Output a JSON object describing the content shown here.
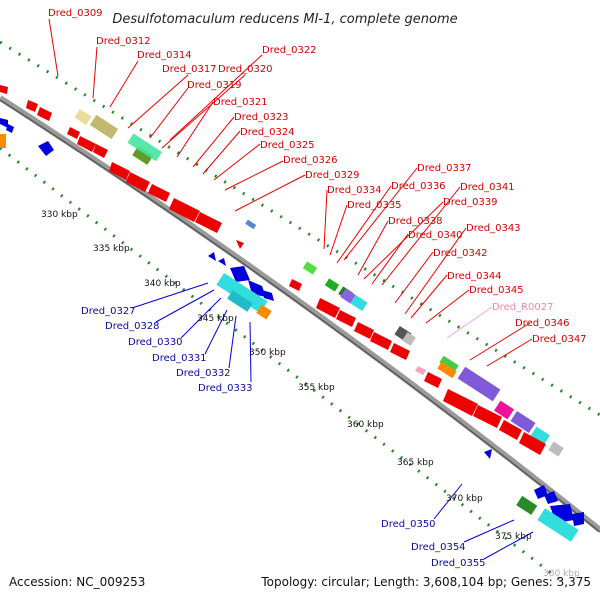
{
  "title": "Desulfotomaculum reducens MI-1, complete genome",
  "footer": {
    "accession": "Accession: NC_009253",
    "topology": "Topology: circular; Length: 3,608,104 bp; Genes: 3,375"
  },
  "kbp_ticks": [
    "330 kbp",
    "335 kbp",
    "340 kbp",
    "345 kbp",
    "350 kbp",
    "355 kbp",
    "360 kbp",
    "365 kbp",
    "370 kbp",
    "375 kbp",
    "380 kbp"
  ],
  "forward_genes": [
    "Dred_0309",
    "Dred_0312",
    "Dred_0314",
    "Dred_0317",
    "Dred_0319",
    "Dred_0320",
    "Dred_0321",
    "Dred_0322",
    "Dred_0323",
    "Dred_0324",
    "Dred_0325",
    "Dred_0326",
    "Dred_0329",
    "Dred_0334",
    "Dred_0335",
    "Dred_0336",
    "Dred_0337",
    "Dred_0338",
    "Dred_0339",
    "Dred_0340",
    "Dred_0341",
    "Dred_0342",
    "Dred_0343",
    "Dred_0344",
    "Dred_0345",
    "Dred_0346",
    "Dred_0347"
  ],
  "rna_genes": [
    "Dred_R0027"
  ],
  "reverse_genes": [
    "Dred_0327",
    "Dred_0328",
    "Dred_0330",
    "Dred_0331",
    "Dred_0332",
    "Dred_0333",
    "Dred_0350",
    "Dred_0354",
    "Dred_0355"
  ],
  "colors": {
    "forward": "#ee0000",
    "reverse": "#0000dd",
    "rna": "#f4a6c0",
    "backbone": "#8a8a8a",
    "tick_dots": "#2a8a2a"
  }
}
